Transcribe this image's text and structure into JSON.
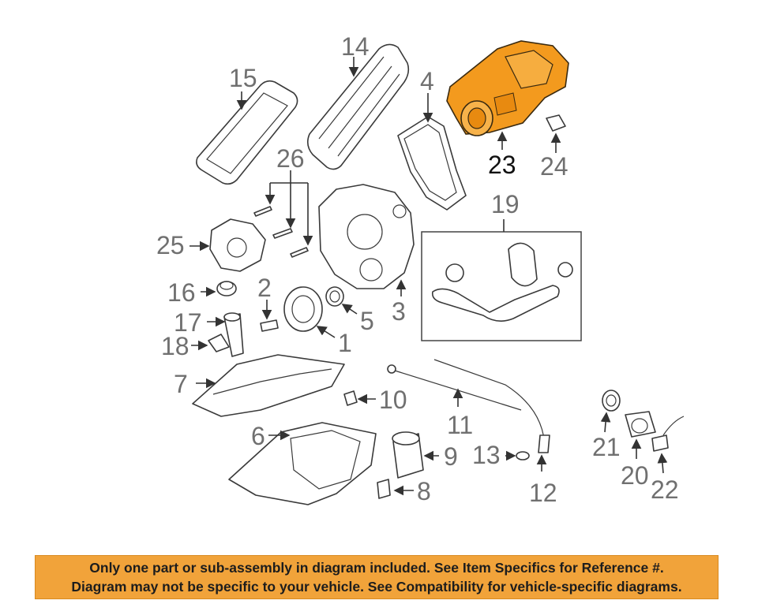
{
  "callouts": {
    "c1": "1",
    "c2": "2",
    "c3": "3",
    "c4": "4",
    "c5": "5",
    "c6": "6",
    "c7": "7",
    "c8": "8",
    "c9": "9",
    "c10": "10",
    "c11": "11",
    "c12": "12",
    "c13": "13",
    "c14": "14",
    "c15": "15",
    "c16": "16",
    "c17": "17",
    "c18": "18",
    "c19": "19",
    "c20": "20",
    "c21": "21",
    "c22": "22",
    "c23": "23",
    "c24": "24",
    "c25": "25",
    "c26": "26"
  },
  "highlight": {
    "part": "23",
    "color": "#f39a1e"
  },
  "banner": {
    "line1": "Only one part or sub-assembly in diagram included. See Item Specifics for Reference #.",
    "line2": "Diagram may not be specific to your vehicle. See Compatibility for vehicle-specific diagrams.",
    "background": "#f1a33a"
  }
}
